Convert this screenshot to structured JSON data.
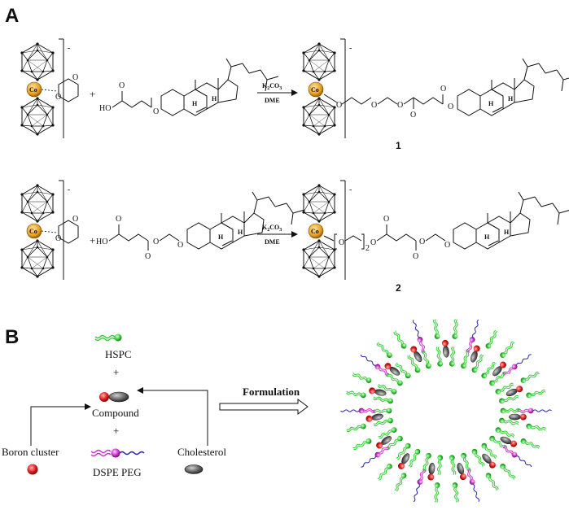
{
  "panels": {
    "a": "A",
    "b": "B"
  },
  "scheme": {
    "co_label": "Co",
    "plus": "+",
    "charge": "-",
    "reagent": "K2CO3",
    "reagent_main": "K",
    "reagent_sub2": "2",
    "reagent_co": "CO",
    "reagent_sub3": "3",
    "solvent": "DME",
    "oxygen": "O",
    "ho": "HO",
    "h": "H",
    "product1": "1",
    "product2": "2",
    "linker2": "2"
  },
  "formulation": {
    "hspc": "HSPC",
    "plus": "+",
    "compound": "Compound",
    "boron_cluster": "Boron cluster",
    "cholesterol": "Cholesterol",
    "dspe_peg": "DSPE PEG",
    "arrow_label": "Formulation"
  },
  "colors": {
    "boron": "#d62020",
    "hspc": "#33cc33",
    "peg_head": "#cc33cc",
    "peg_tail": "#2222aa",
    "cholesterol": "#555555",
    "cobalt": "#e8a020"
  }
}
